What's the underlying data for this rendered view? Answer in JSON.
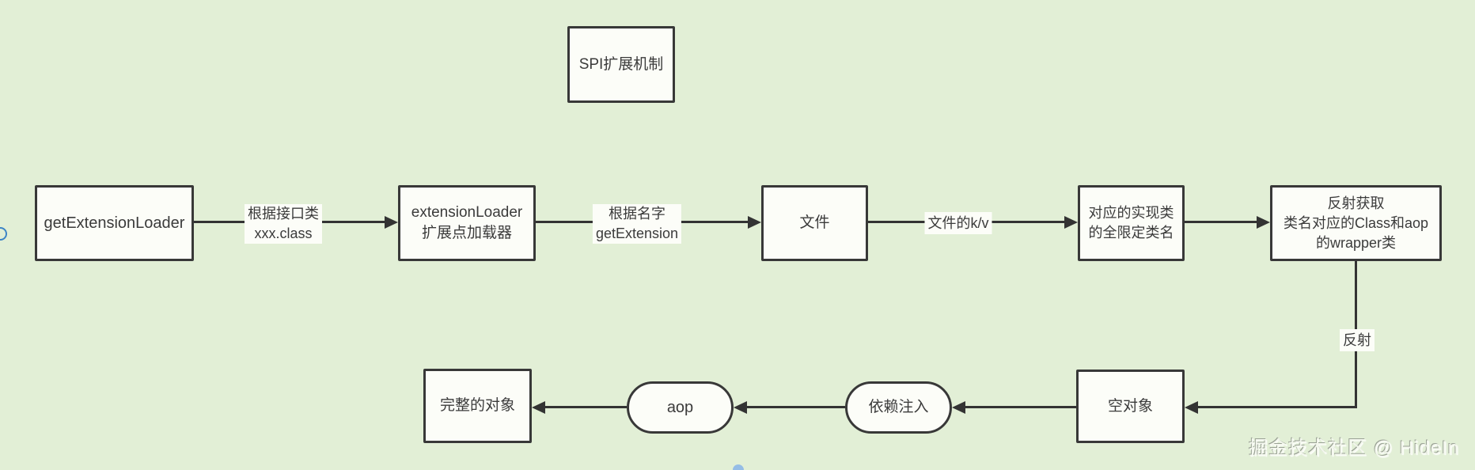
{
  "diagram": {
    "title_box": {
      "label": "SPI扩展机制"
    },
    "nodes": {
      "get_extension_loader": {
        "label": "getExtensionLoader"
      },
      "extension_loader": {
        "line1": "extensionLoader",
        "line2": "扩展点加载器"
      },
      "file": {
        "label": "文件"
      },
      "impl_class": {
        "line1": "对应的实现类",
        "line2": "的全限定类名"
      },
      "reflect_fetch": {
        "line1": "反射获取",
        "line2": "类名对应的Class和aop",
        "line3": "的wrapper类"
      },
      "empty_object": {
        "label": "空对象"
      },
      "dependency_injection": {
        "label": "依赖注入"
      },
      "aop": {
        "label": "aop"
      },
      "complete_object": {
        "label": "完整的对象"
      }
    },
    "edge_labels": {
      "by_interface_line1": "根据接口类",
      "by_interface_line2": "xxx.class",
      "by_name_line1": "根据名字",
      "by_name_line2": "getExtension",
      "file_kv": "文件的k/v",
      "reflect": "反射"
    },
    "watermark": "掘金技术社区 @ HideIn",
    "colors": {
      "background": "#e2efd6",
      "node_fill": "#fcfdf8",
      "stroke": "#383838",
      "line": "#333333",
      "text": "#3b3b3b",
      "handle_blue": "#3d85c6",
      "handle_fill_blue": "#8db7e8"
    }
  }
}
